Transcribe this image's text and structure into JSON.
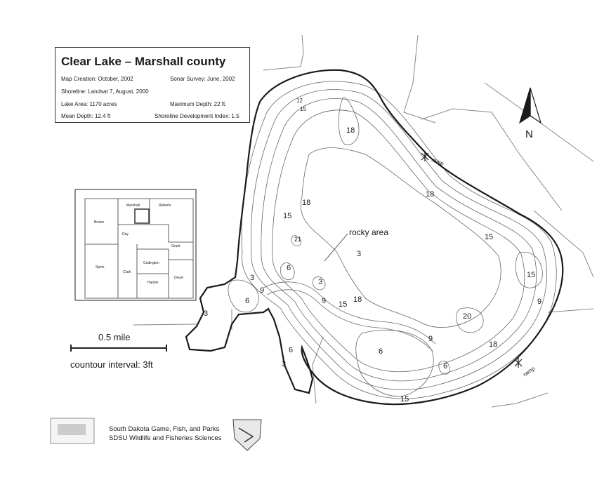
{
  "map_title": "Clear Lake – Marshall county",
  "info": {
    "map_creation": "Map Creation: October, 2002",
    "sonar_survey": "Sonar Survey: June, 2002",
    "shoreline": "Shoreline: Landsat 7, August, 2000",
    "lake_area": "Lake Area: 1170 acres",
    "max_depth": "Maximum Depth: 22 ft.",
    "mean_depth": "Mean Depth: 12.4 ft",
    "shoreline_index": "Shoreline Development Index: 1.5"
  },
  "north_label": "N",
  "scale_label": "0.5 mile",
  "contour_interval": "countour interval: 3ft",
  "feature_label": "rocky area",
  "ramp_label": "ramp",
  "depth_labels": [
    {
      "text": "12"
    },
    {
      "text": "15"
    },
    {
      "text": "18"
    },
    {
      "text": "18"
    },
    {
      "text": "15"
    },
    {
      "text": "18"
    },
    {
      "text": "15"
    },
    {
      "text": "21"
    },
    {
      "text": "3"
    },
    {
      "text": "6"
    },
    {
      "text": "3"
    },
    {
      "text": "9"
    },
    {
      "text": "6"
    },
    {
      "text": "3"
    },
    {
      "text": "9"
    },
    {
      "text": "15"
    },
    {
      "text": "18"
    },
    {
      "text": "15"
    },
    {
      "text": "9"
    },
    {
      "text": "20"
    },
    {
      "text": "9"
    },
    {
      "text": "18"
    },
    {
      "text": "6"
    },
    {
      "text": "6"
    },
    {
      "text": "6"
    },
    {
      "text": "3"
    },
    {
      "text": "15"
    }
  ],
  "counties": [
    "Brown",
    "Marshall",
    "Roberts",
    "Day",
    "Grant",
    "Spink",
    "Clark",
    "Codington",
    "Deuel",
    "Hamlin"
  ],
  "credits": {
    "line1": "South Dakota Game, Fish, and Parks",
    "line2": "SDSU Wildlife and Fisheries Sciences"
  },
  "colors": {
    "ink": "#1a1a1a",
    "line": "#555555",
    "background": "#ffffff"
  }
}
